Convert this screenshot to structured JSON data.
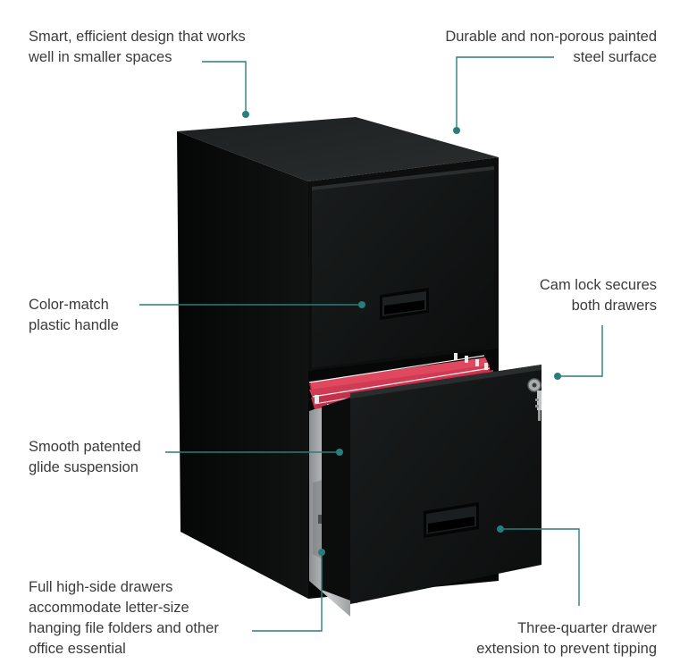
{
  "colors": {
    "accent": "#2a7d7d",
    "cabinet": "#0f1111",
    "folders": "#d63a55"
  },
  "callouts": {
    "design": [
      "Smart, efficient design that works",
      "well in smaller spaces"
    ],
    "surface": [
      "Durable and non-porous painted",
      "steel surface"
    ],
    "handle": [
      "Color-match",
      "plastic handle"
    ],
    "lock": [
      "Cam lock secures",
      "both drawers"
    ],
    "glide": [
      "Smooth patented",
      "glide suspension"
    ],
    "drawers": [
      "Full high-side drawers",
      "accommodate letter-size",
      "hanging file folders and other",
      "office essential"
    ],
    "extension": [
      "Three-quarter drawer",
      "extension to prevent tipping"
    ]
  },
  "icons": [
    "callout-dot-icon",
    "cam-lock-key-icon"
  ]
}
